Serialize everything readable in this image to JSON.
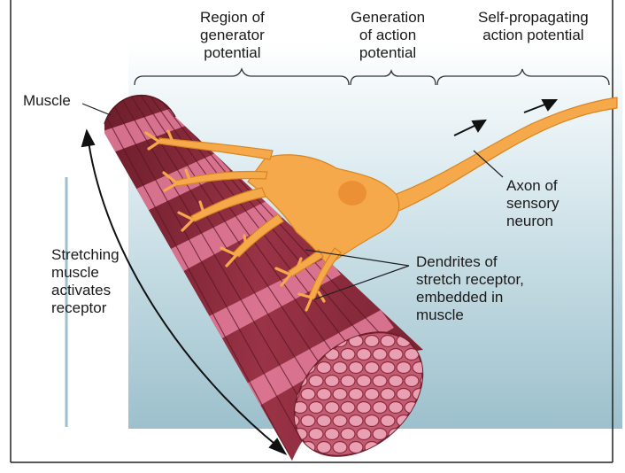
{
  "labels": {
    "region_generator": [
      "Region of",
      "generator",
      "potential"
    ],
    "generation_action": [
      "Generation",
      "of action",
      "potential"
    ],
    "self_propagating": [
      "Self-propagating",
      "action potential"
    ],
    "muscle": "Muscle",
    "stretching": [
      "Stretching",
      "muscle",
      "activates",
      "receptor"
    ],
    "axon": [
      "Axon of",
      "sensory",
      "neuron"
    ],
    "dendrites": [
      "Dendrites of",
      "stretch receptor,",
      "embedded in",
      "muscle"
    ]
  },
  "colors": {
    "background_panel": "#cfe3ea",
    "muscle_dark": "#8e2a3b",
    "muscle_stripe": "#e07b98",
    "neuron": "#f5a94a",
    "nucleus": "#e98a30",
    "text": "#1a1a1a"
  },
  "icons": {
    "stretch_arrow": "double-headed-arrow-icon",
    "propagation_arrows": "right-arrow-icon"
  }
}
